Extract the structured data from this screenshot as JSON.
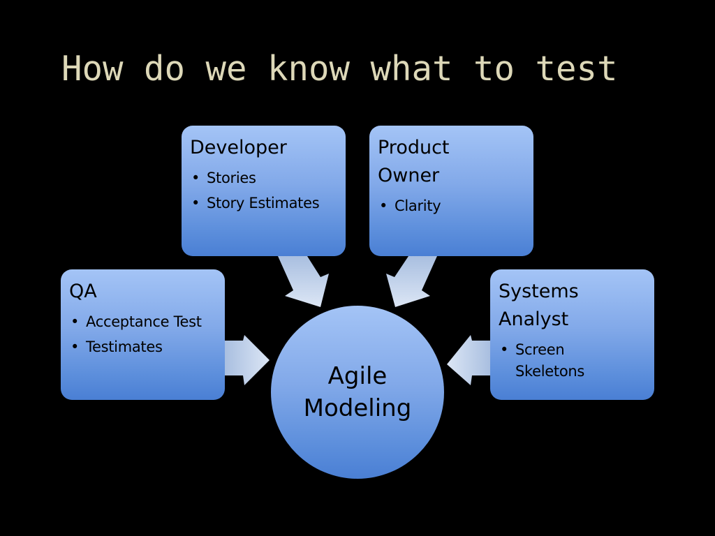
{
  "slide": {
    "title": "How do we know what to test"
  },
  "developer": {
    "title": "Developer",
    "items": [
      "Stories",
      "Story Estimates"
    ]
  },
  "product_owner": {
    "title": "Product Owner",
    "items": [
      "Clarity"
    ]
  },
  "qa": {
    "title": "QA",
    "items": [
      "Acceptance Test",
      "Testimates"
    ]
  },
  "systems_analyst": {
    "title": "Systems Analyst",
    "items": [
      "Screen Skeletons"
    ]
  },
  "center": {
    "label": "Agile Modeling"
  },
  "colors": {
    "background": "#000000",
    "title_text": "#ddd8b8",
    "box_top": "#a4c4f6",
    "box_bottom": "#4a7fd4",
    "arrow_light": "#dce6f5",
    "arrow_dark": "#a9bfe0"
  }
}
